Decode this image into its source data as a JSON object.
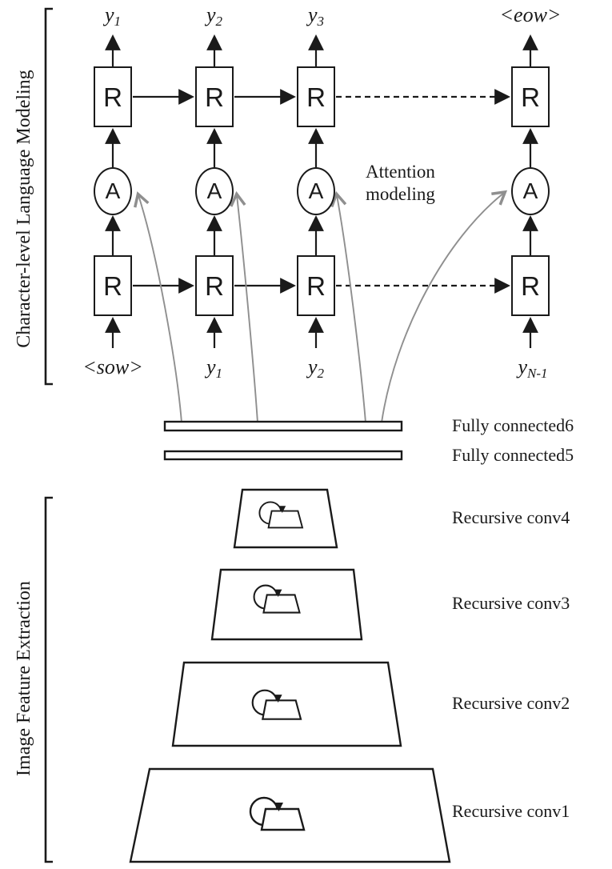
{
  "figure": {
    "background": "#ffffff",
    "ink_color": "#1a1a1a",
    "gray_arrow_color": "#8f8f8f"
  },
  "sections": {
    "language_modeling": {
      "label": "Character-level Language Modeling"
    },
    "feature_extraction": {
      "label": "Image Feature Extraction"
    }
  },
  "lm": {
    "node_labels": {
      "recurrent": "R",
      "attention": "A"
    },
    "attention_note": {
      "line1": "Attention",
      "line2": "modeling"
    },
    "top_outputs": [
      {
        "base": "y",
        "sub": "1"
      },
      {
        "base": "y",
        "sub": "2"
      },
      {
        "base": "y",
        "sub": "3"
      },
      {
        "base": "<eow>",
        "sub": ""
      }
    ],
    "bottom_inputs": [
      {
        "base": "<sow>",
        "sub": ""
      },
      {
        "base": "y",
        "sub": "1"
      },
      {
        "base": "y",
        "sub": "2"
      },
      {
        "base": "y",
        "sub": "N-1"
      }
    ]
  },
  "cnn": {
    "fc_layers": [
      {
        "label": "Fully connected6"
      },
      {
        "label": "Fully connected5"
      }
    ],
    "conv_layers": [
      {
        "label": "Recursive conv4"
      },
      {
        "label": "Recursive conv3"
      },
      {
        "label": "Recursive conv2"
      },
      {
        "label": "Recursive conv1"
      }
    ]
  }
}
